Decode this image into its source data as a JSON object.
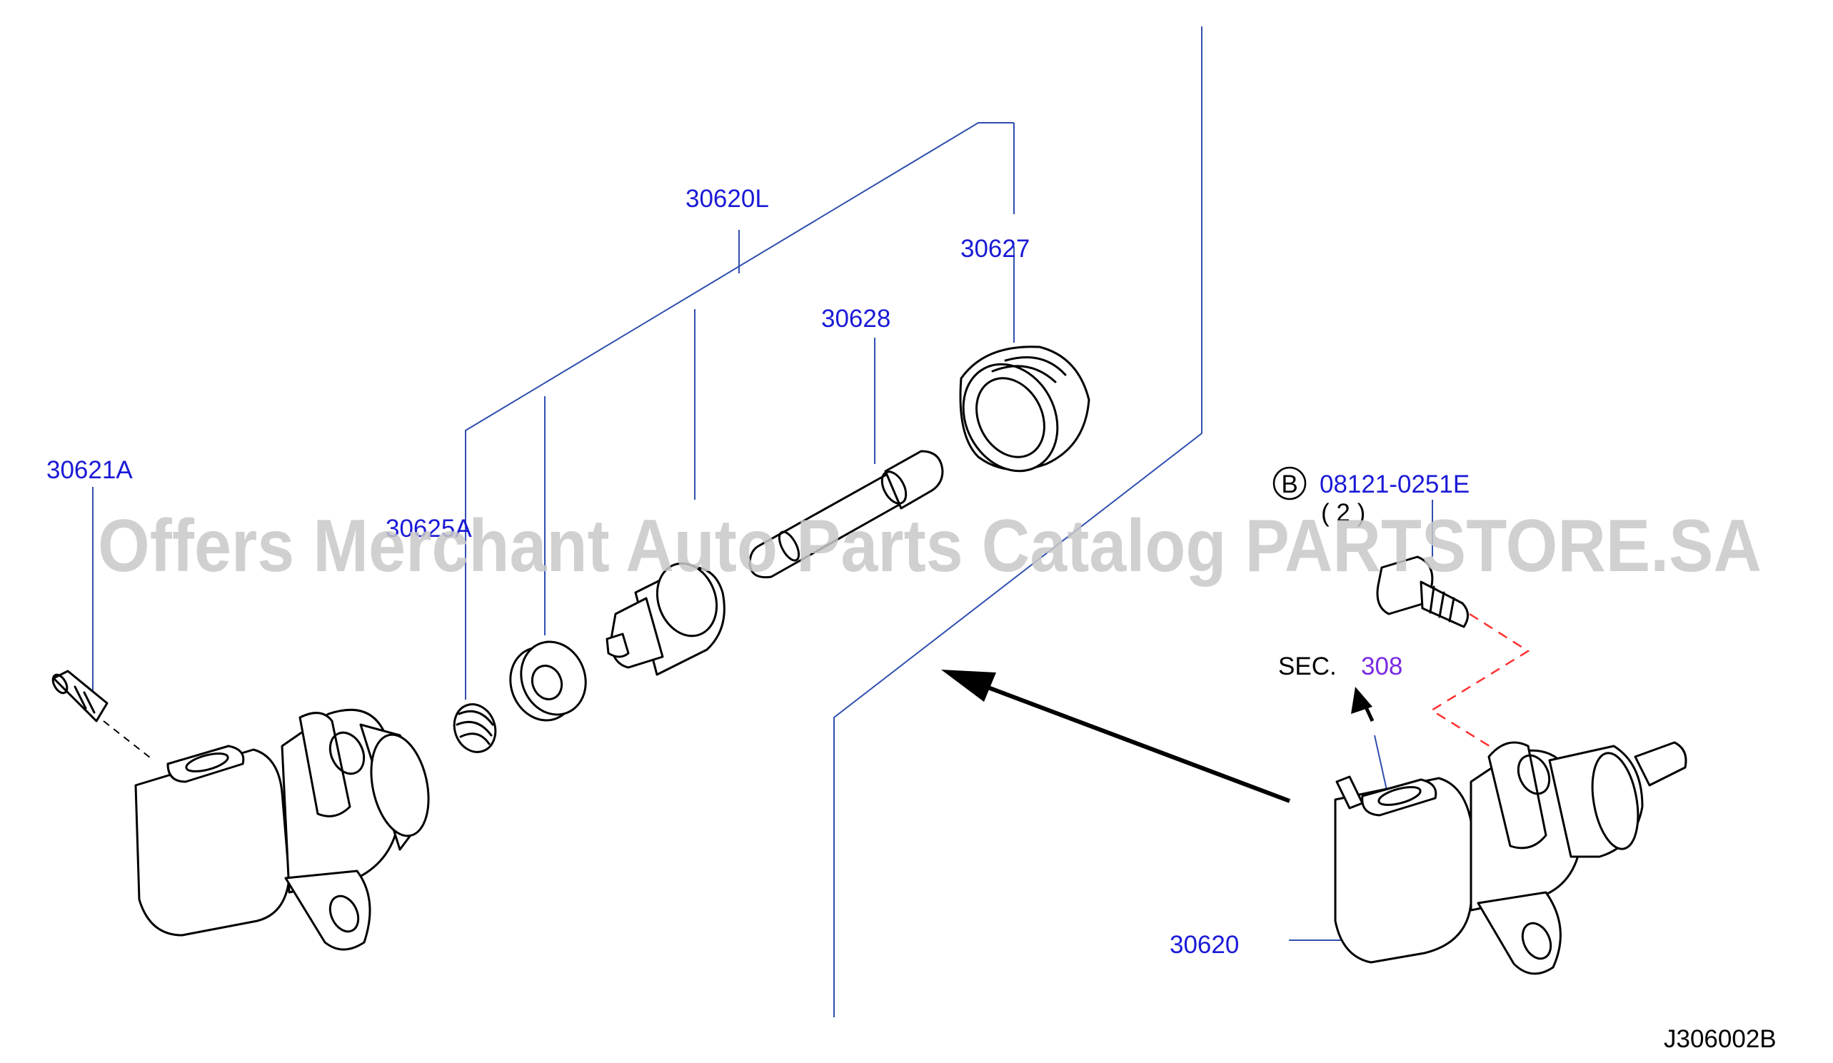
{
  "watermark": "Offers Merchant Auto Parts Catalog PARTSTORE.SA",
  "labels": {
    "p30620L": "30620L",
    "p30627": "30627",
    "p30628": "30628",
    "p30621A": "30621A",
    "p30625A": "30625A",
    "p08121": "08121-0251E",
    "qty": "( 2 )",
    "bolt_marker": "B",
    "sec_prefix": "SEC.",
    "sec_num": "308",
    "p30620": "30620",
    "diagram_code": "J306002B"
  },
  "colors": {
    "label_blue": "#1a1ad6",
    "leader_blue": "#2f4fb0",
    "section_purple": "#7a2be0",
    "dash_red": "#ff3030",
    "watermark_gray": "#c8c8c8"
  }
}
